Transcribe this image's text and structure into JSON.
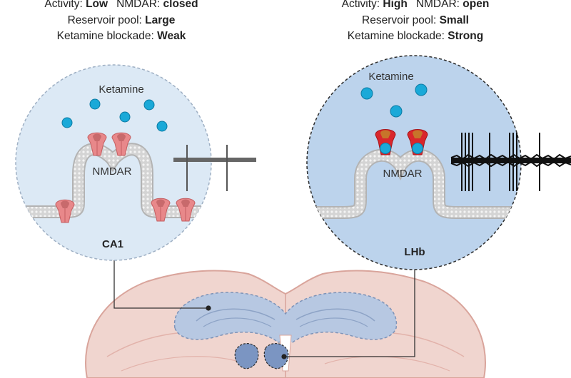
{
  "left_panel": {
    "activity_label": "Activity:",
    "activity_value": "Low",
    "nmdar_label": "NMDAR:",
    "nmdar_value": "closed",
    "reservoir_label": "Reservoir pool:",
    "reservoir_value": "Large",
    "blockade_label": "Ketamine blockade:",
    "blockade_value": "Weak",
    "ketamine_label": "Ketamine",
    "receptor_label": "NMDAR",
    "region_label": "CA1"
  },
  "right_panel": {
    "activity_label": "Activity:",
    "activity_value": "High",
    "nmdar_label": "NMDAR:",
    "nmdar_value": "open",
    "reservoir_label": "Reservoir pool:",
    "reservoir_value": "Small",
    "blockade_label": "Ketamine blockade:",
    "blockade_value": "Strong",
    "ketamine_label": "Ketamine",
    "receptor_label": "NMDAR",
    "region_label": "LHb"
  },
  "colors": {
    "left_circle_fill": "#dce9f5",
    "right_circle_fill": "#bcd3ec",
    "ketamine": "#1aa9d8",
    "receptor_closed": "#e8888a",
    "receptor_open": "#d9262c",
    "membrane": "#c9c9c9",
    "brain": "#f0d5cf",
    "brain_outline": "#d9a49b",
    "hippocampus": "#b7c8e2"
  }
}
